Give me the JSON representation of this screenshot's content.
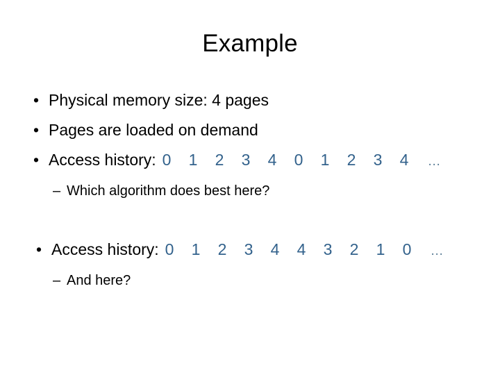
{
  "slide": {
    "title": "Example",
    "accent_color": "#33628c",
    "ellipsis_color": "#5b7d96",
    "text_color": "#000000",
    "background_color": "#ffffff",
    "bullet_glyph": "•",
    "dash_glyph": "–",
    "ellipsis_glyph": "…"
  },
  "blocks": [
    {
      "bullets": [
        {
          "text": "Physical memory size: 4 pages"
        },
        {
          "text": "Pages are loaded on demand"
        },
        {
          "text": "Access history:",
          "sequence": [
            "0",
            "1",
            "2",
            "3",
            "4",
            "0",
            "1",
            "2",
            "3",
            "4"
          ],
          "sequence_suffix": "…"
        }
      ],
      "subbullets": [
        {
          "text": "Which algorithm does best here?"
        }
      ]
    },
    {
      "bullets": [
        {
          "text": "Access history:",
          "sequence": [
            "0",
            "1",
            "2",
            "3",
            "4",
            "4",
            "3",
            "2",
            "1",
            "0"
          ],
          "sequence_suffix": "…"
        }
      ],
      "subbullets": [
        {
          "text": "And here?"
        }
      ]
    }
  ]
}
